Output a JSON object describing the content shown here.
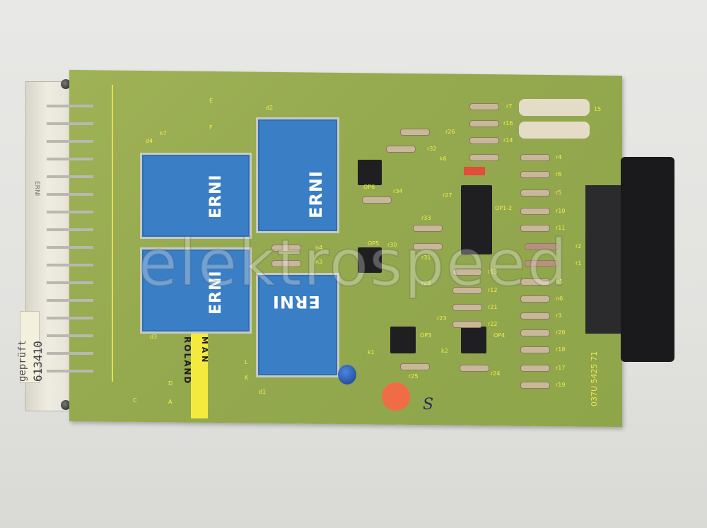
{
  "image": {
    "alt": "Green printed circuit board with four blue ERNI relays, DIP op-amp chips and resistors",
    "watermark": "elektrospeed"
  },
  "labels": {
    "relay_brand": "ERNI",
    "connector_brand": "ERNI",
    "manufacturer_line1": "M A N",
    "manufacturer_line2": "ROLAND",
    "part_number": "037U 5425 71",
    "sticker_line1": "geprüft",
    "sticker_line2": "613410",
    "handwritten": "S"
  },
  "silkscreen": {
    "relays": [
      "d4",
      "d2",
      "d3",
      "d1"
    ],
    "opamps": [
      "OP6",
      "OP5",
      "OP1-2",
      "OP3",
      "OP4"
    ],
    "resistors_right": [
      "r7",
      "r16",
      "r14",
      "r4",
      "r6",
      "r5",
      "r10",
      "r11",
      "r2",
      "r1",
      "r13",
      "r12",
      "n5",
      "n6",
      "r3",
      "r20",
      "r18",
      "r17",
      "r19",
      "r21",
      "r22",
      "r24"
    ],
    "resistors_mid": [
      "r26",
      "r32",
      "r34",
      "r33",
      "r30",
      "r31",
      "r25",
      "r23",
      "r28",
      "r27"
    ],
    "pads": [
      "n4",
      "n3",
      "E",
      "F",
      "L",
      "K",
      "D",
      "A",
      "C",
      "k7",
      "k6",
      "k1",
      "k2",
      "15"
    ]
  },
  "colors": {
    "pcb_green": "#95a94f",
    "relay_blue": "#3a7fc6",
    "silkscreen_yellow": "#f2ee4c",
    "orange_sticker": "#f06c47",
    "background": "#e2e2df"
  }
}
